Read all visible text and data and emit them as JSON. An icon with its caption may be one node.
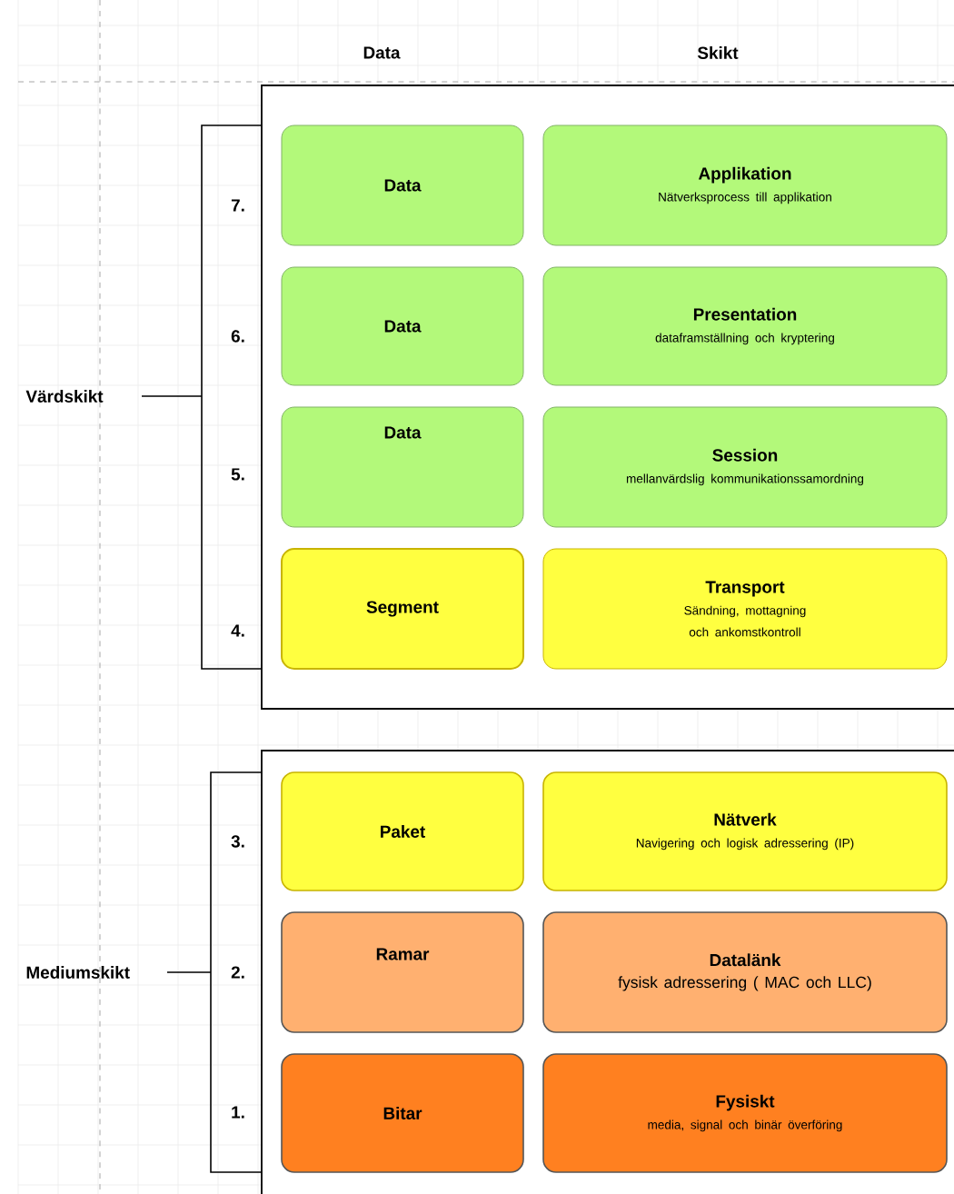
{
  "diagram": {
    "nodes": [
      {
        "text": [],
        "shape": "box"
      },
      {
        "text": [
          "Data"
        ],
        "in": 0
      },
      {
        "text": [
          "Applikation",
          "Nätverksprocess till applikation"
        ],
        "in": 0
      },
      {
        "text": [
          "Data"
        ],
        "in": 0
      },
      {
        "text": [
          "Presentation",
          "dataframställning och kryptering"
        ],
        "in": 0
      },
      {
        "text": [
          "Data"
        ],
        "in": 0
      },
      {
        "text": [
          "Session",
          "mellanvärdslig kommunikationssamordning"
        ],
        "in": 0
      },
      {
        "text": [
          "Segment"
        ],
        "in": 0
      },
      {
        "text": [
          "Transport",
          "Sändning, mottagning och ankomstkontroll"
        ],
        "in": 0
      },
      {
        "text": [],
        "shape": "box"
      },
      {
        "text": [
          "Paket"
        ],
        "in": 9
      },
      {
        "text": [
          "Nätverk",
          "Navigering och logisk adressering (IP)"
        ],
        "in": 9
      },
      {
        "text": [
          "Ramar"
        ],
        "in": 9
      },
      {
        "text": [
          "Datalänk",
          "fysisk adressering ( MAC och LLC)"
        ],
        "in": 9
      },
      {
        "text": [
          "Bitar"
        ],
        "in": 9
      },
      {
        "text": [
          "Fysiskt",
          "media, signal och binär överföring"
        ],
        "in": 9
      }
    ],
    "labels": [
      "Data",
      "Skikt",
      "7.",
      "6.",
      "Värdskikt",
      "5.",
      "4.",
      "3.",
      "Mediumskikt",
      "2.",
      "1."
    ]
  }
}
